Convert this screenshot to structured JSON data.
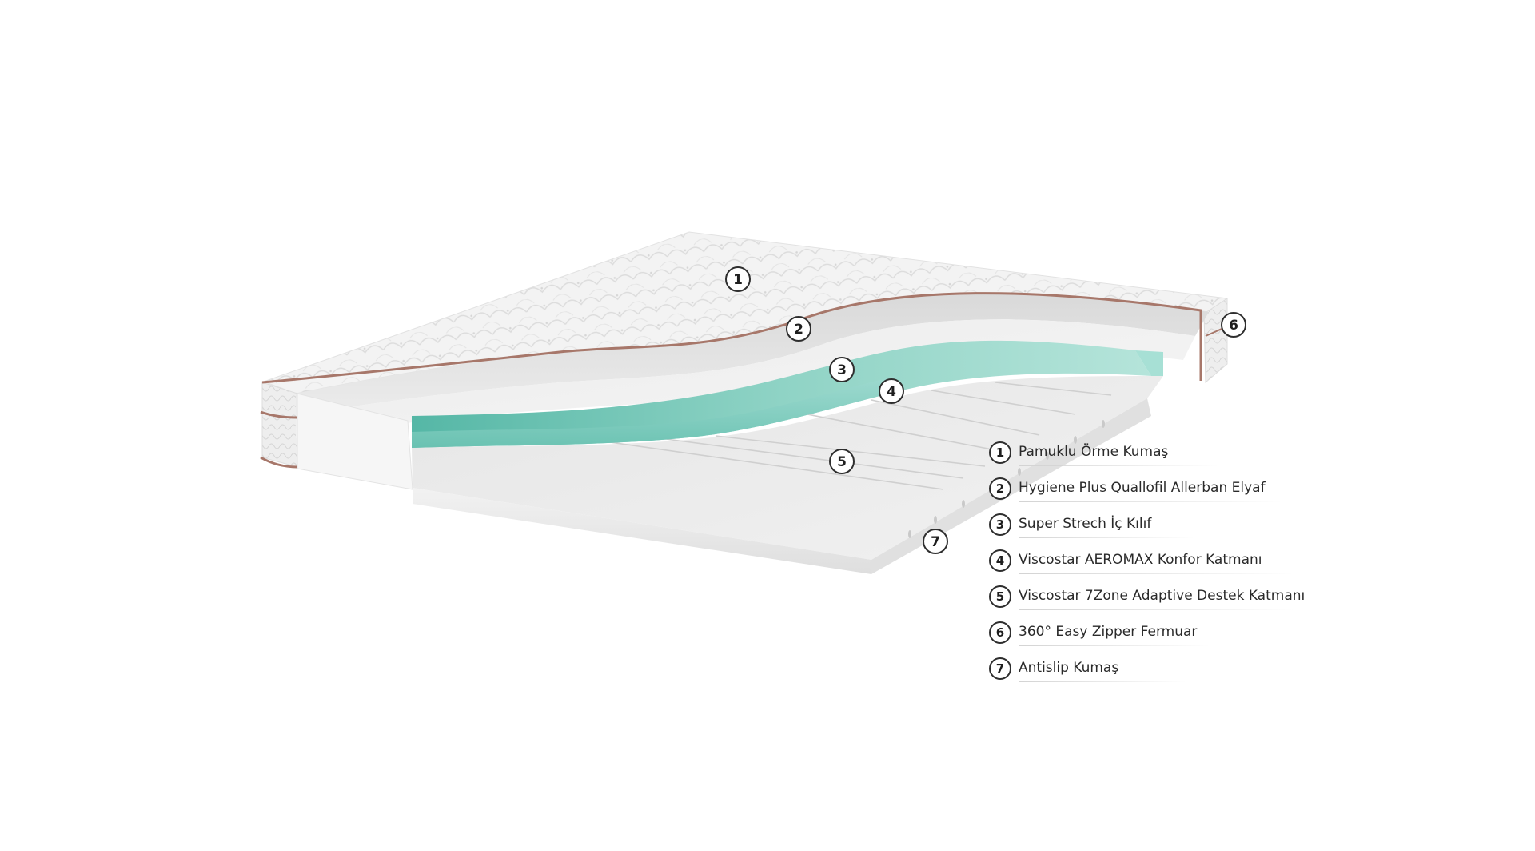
{
  "legend": [
    {
      "num": "1",
      "label": "Pamuklu Örme Kumaş"
    },
    {
      "num": "2",
      "label": "Hygiene Plus Quallofil Allerban Elyaf"
    },
    {
      "num": "3",
      "label": "Super Strech İç Kılıf"
    },
    {
      "num": "4",
      "label": "Viscostar AEROMAX Konfor Katmanı"
    },
    {
      "num": "5",
      "label": "Viscostar 7Zone Adaptive Destek Katmanı"
    },
    {
      "num": "6",
      "label": "360° Easy Zipper Fermuar"
    },
    {
      "num": "7",
      "label": "Antislip Kumaş"
    }
  ],
  "colors": {
    "knit_fabric": "#f1f1f1",
    "zipper": "#a7776a",
    "comfort_layer": "#8fd3c5",
    "support_layer": "#ececec",
    "callout_outline": "#2e2e2e"
  }
}
